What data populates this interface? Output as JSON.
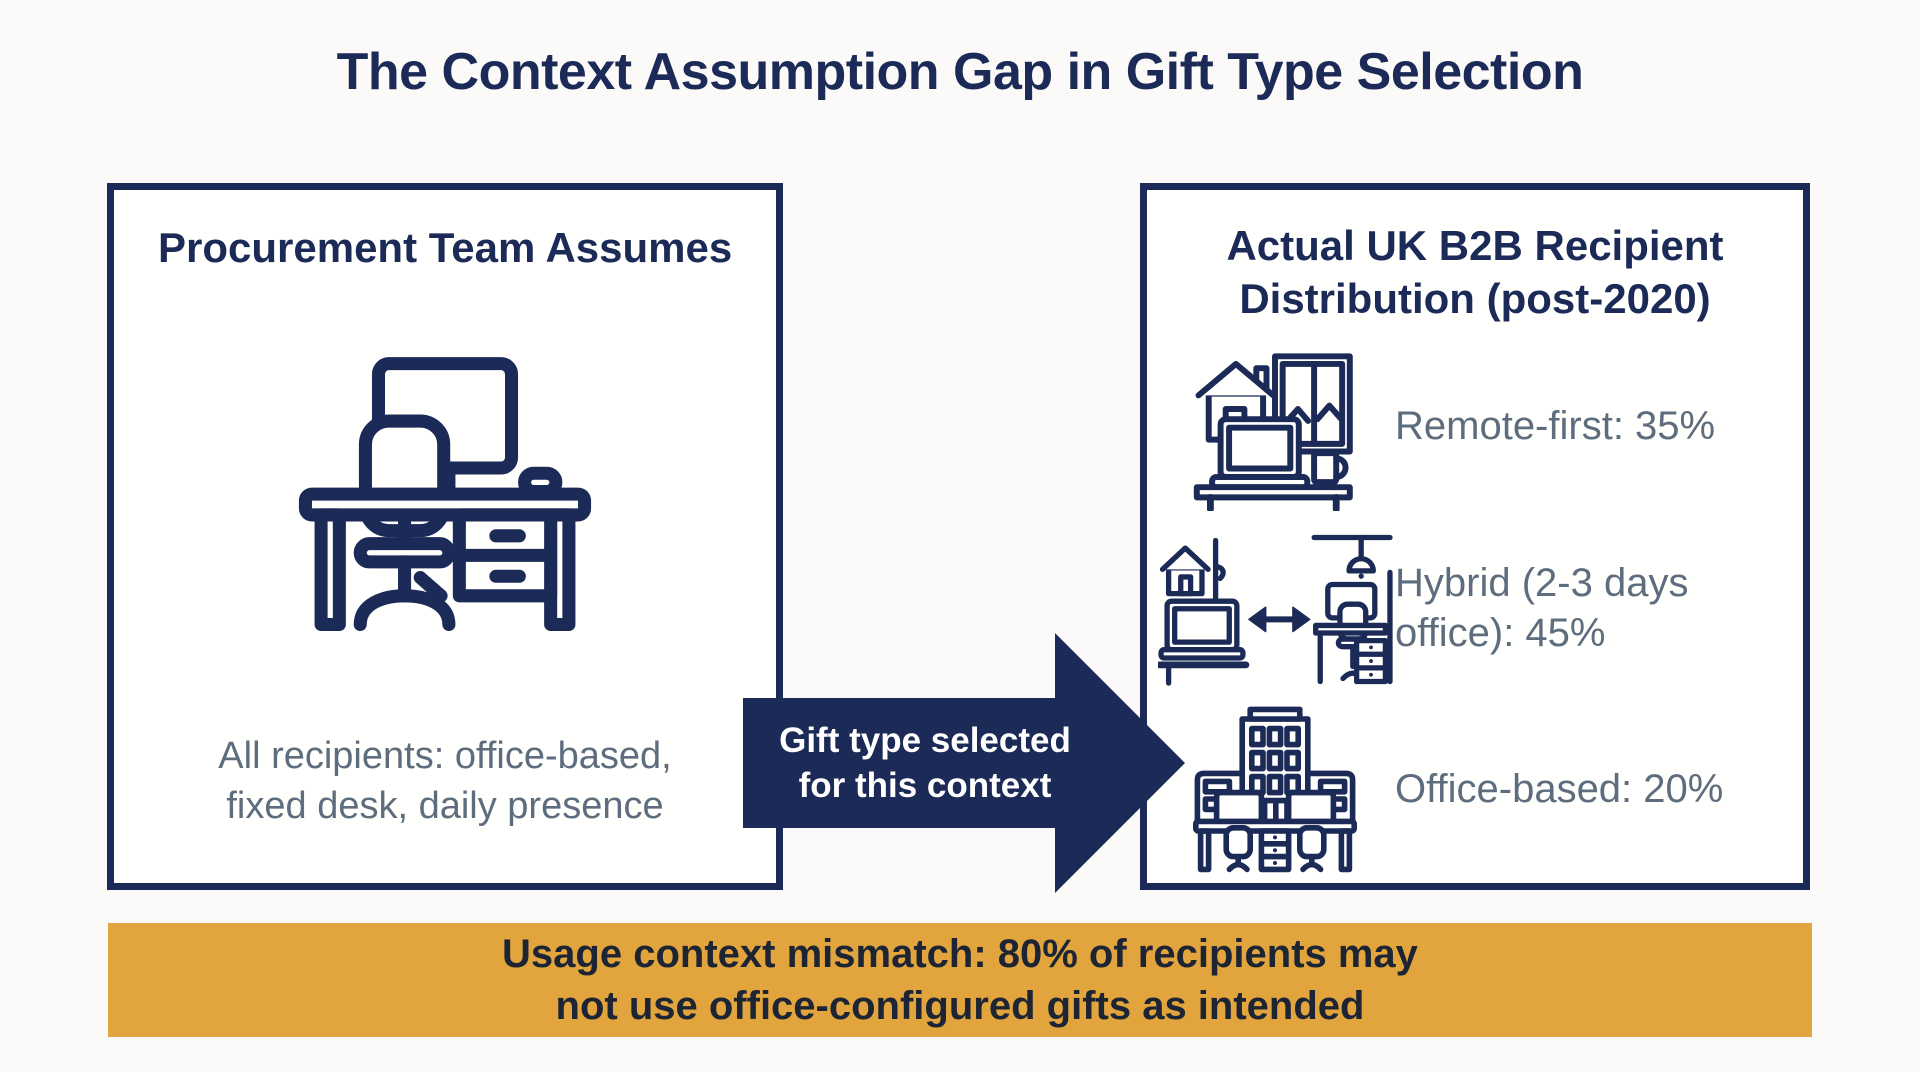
{
  "title": "The Context Assumption Gap in Gift Type Selection",
  "left_panel": {
    "heading": "Procurement Team Assumes",
    "icon": "desk-workstation-icon",
    "caption_line1": "All recipients: office-based,",
    "caption_line2": "fixed desk, daily presence"
  },
  "arrow": {
    "label_line1": "Gift type selected",
    "label_line2": "for this context"
  },
  "right_panel": {
    "heading_line1": "Actual UK B2B Recipient",
    "heading_line2": "Distribution (post-2020)",
    "rows": [
      {
        "icon": "remote-home-icon",
        "label": "Remote-first",
        "percent": 35,
        "text": "Remote-first: 35%"
      },
      {
        "icon": "hybrid-work-icon",
        "label": "Hybrid (2-3 days office)",
        "percent": 45,
        "text": "Hybrid (2-3 days office): 45%"
      },
      {
        "icon": "office-building-icon",
        "label": "Office-based",
        "percent": 20,
        "text": "Office-based: 20%"
      }
    ]
  },
  "banner": {
    "line1": "Usage context mismatch: 80% of recipients may",
    "line2": "not use office-configured gifts as intended"
  },
  "colors": {
    "navy": "#1b2a56",
    "slate_gray": "#5e6d7d",
    "gold": "#e2a53d",
    "banner_text": "#1d2433",
    "background": "#fbfaf8",
    "panel_white": "#fffffe"
  }
}
